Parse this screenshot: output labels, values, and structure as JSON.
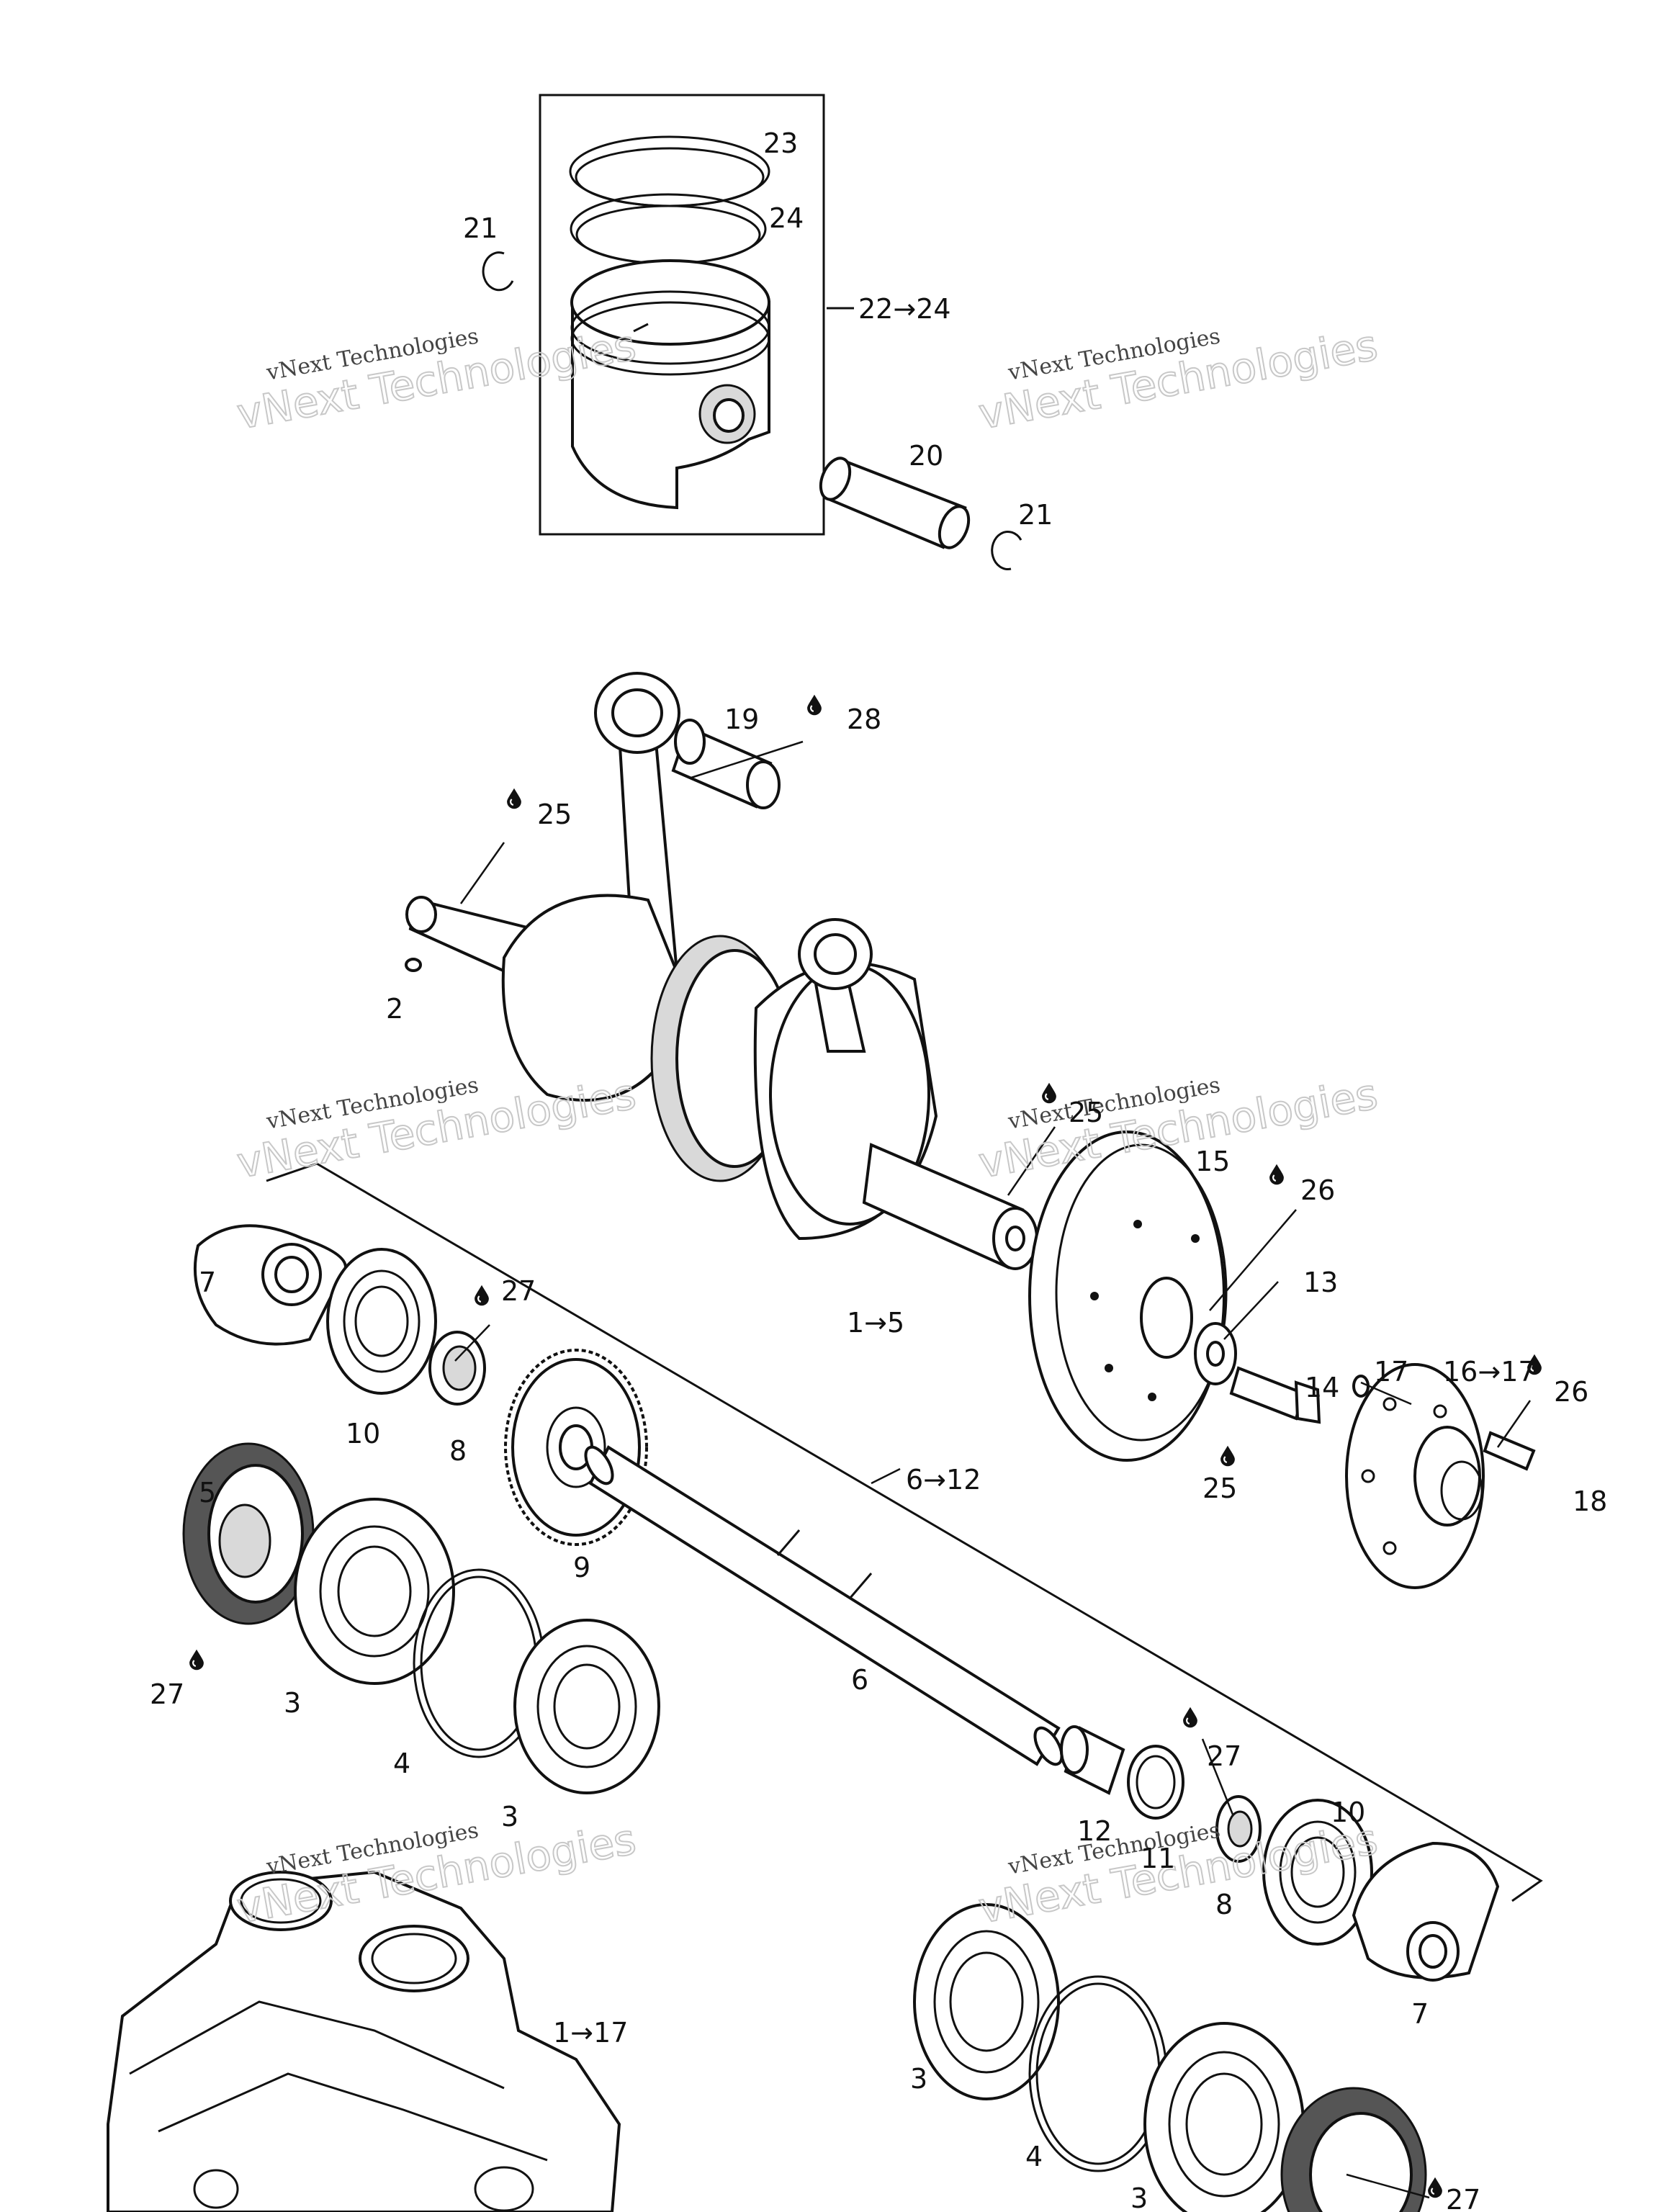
{
  "watermark": {
    "line1": "vNext Technologies",
    "line2": "vNext Technologies"
  },
  "callouts": {
    "c23": "23",
    "c24": "24",
    "c21a": "21",
    "c22_24": "22→24",
    "c20": "20",
    "c21b": "21",
    "c19": "19",
    "c28": "28",
    "c25a": "25",
    "c2": "2",
    "c25b": "25",
    "c15": "15",
    "c26a": "26",
    "c13": "13",
    "c1_5": "1→5",
    "c7a": "7",
    "c27a": "27",
    "c10a": "10",
    "c8a": "8",
    "c17": "17",
    "c16_17": "16→17",
    "c26b": "26",
    "c14": "14",
    "c6_12": "6→12",
    "c25c": "25",
    "c18": "18",
    "c5": "5",
    "c9": "9",
    "c27b": "27",
    "c3a": "3",
    "c6": "6",
    "c4a": "4",
    "c3b": "3",
    "c27c": "27",
    "c10b": "10",
    "c12": "12",
    "c11": "11",
    "c8b": "8",
    "c7b": "7",
    "c1_17": "1→17",
    "c3c": "3",
    "c4b": "4",
    "c3d": "3",
    "c27d": "27"
  }
}
